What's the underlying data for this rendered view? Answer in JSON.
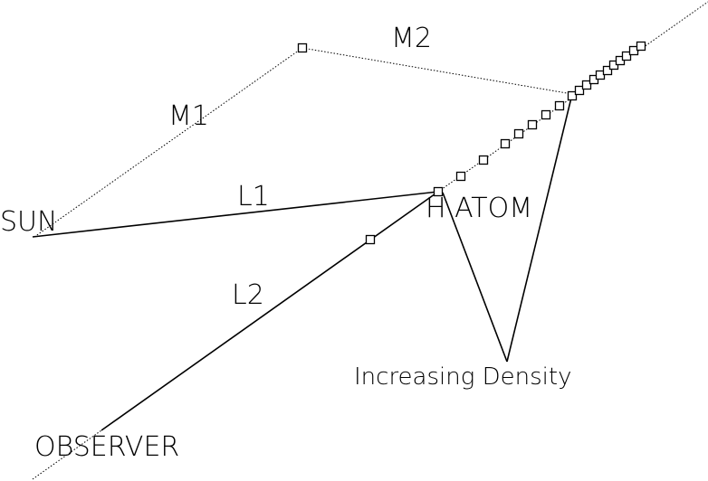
{
  "labels": {
    "sun": "SUN",
    "observer": "OBSERVER",
    "h_atom": "H ATOM",
    "increasing_density": "Increasing Density",
    "l1": "L1",
    "l2": "L2",
    "m1": "M1",
    "m2": "M2"
  },
  "colors": {
    "ink": "#000000",
    "background": "#ffffff"
  }
}
